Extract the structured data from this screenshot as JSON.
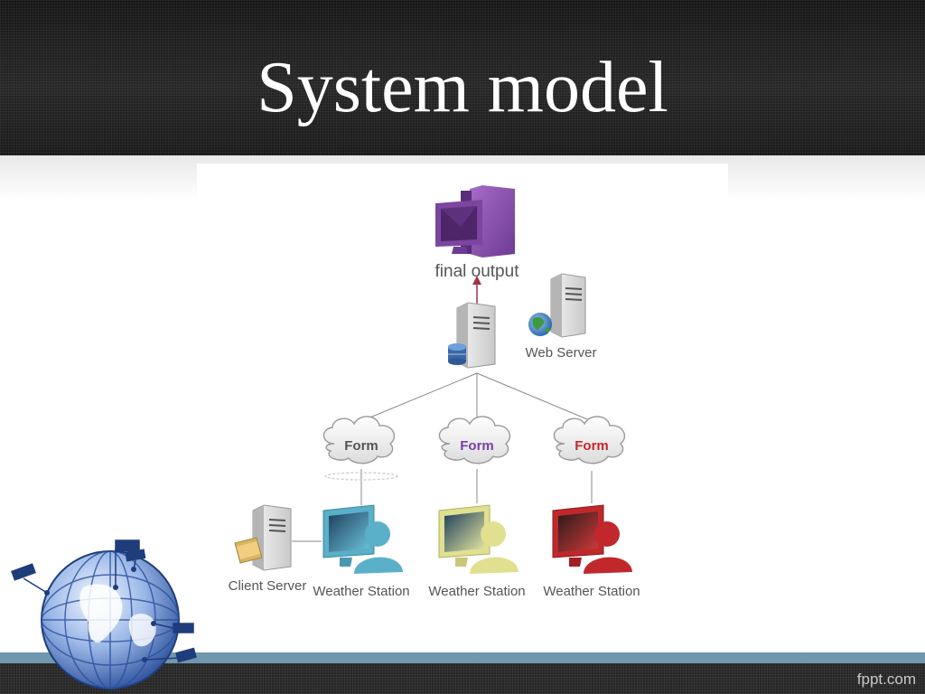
{
  "slide": {
    "title": "System model",
    "footer_brand": "fppt.com"
  },
  "diagram": {
    "top_node": {
      "label": "final output",
      "icon": "desktop-computer-icon",
      "color": "#8a4fb0"
    },
    "central_server": {
      "icon": "database-server-icon"
    },
    "web_server": {
      "label": "Web Server",
      "icon": "web-server-icon"
    },
    "forms": [
      {
        "label": "Form",
        "color": "#555555"
      },
      {
        "label": "Form",
        "color": "#7b3ea8"
      },
      {
        "label": "Form",
        "color": "#c8272b"
      }
    ],
    "client_server": {
      "label": "Client Server",
      "icon": "file-server-icon"
    },
    "stations": [
      {
        "label": "Weather Station",
        "color": "#5ab0c8"
      },
      {
        "label": "Weather Station",
        "color": "#d9d98a"
      },
      {
        "label": "Weather Station",
        "color": "#c0282c"
      }
    ]
  }
}
